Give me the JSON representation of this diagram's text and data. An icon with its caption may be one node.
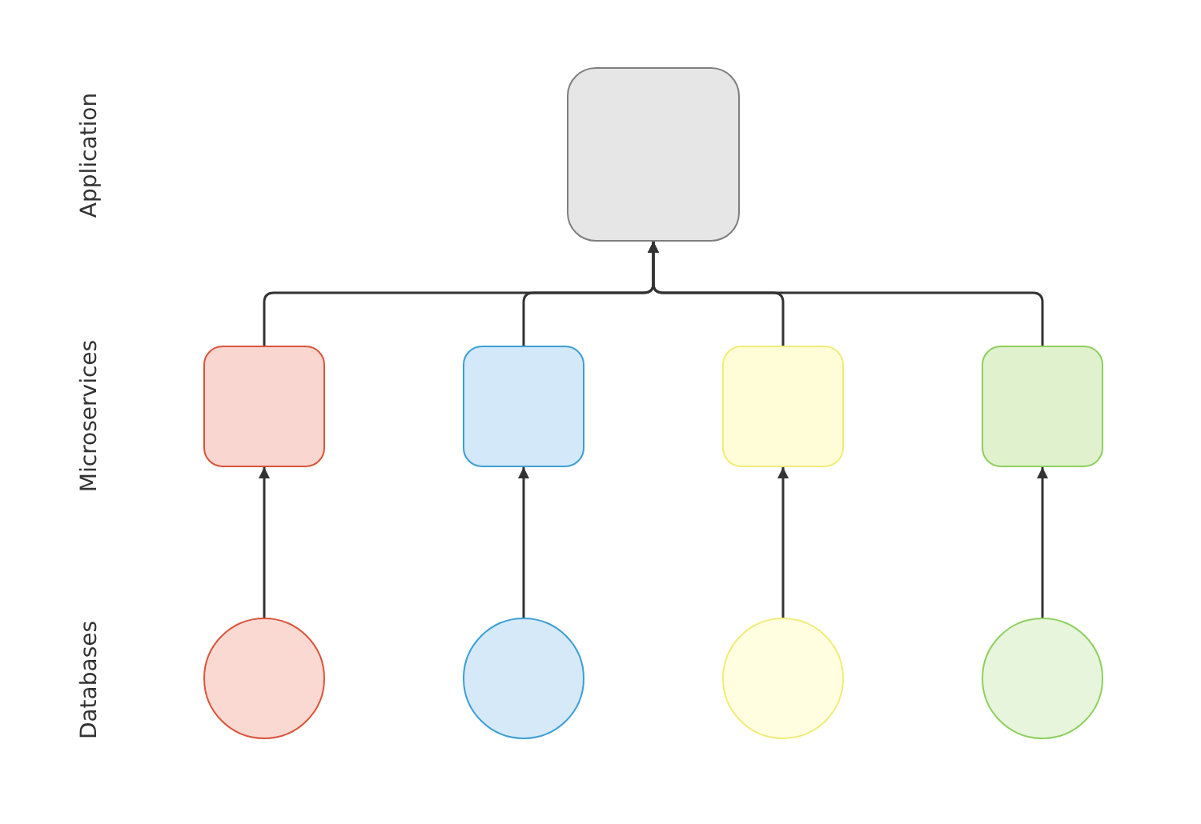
{
  "diagram": {
    "nodes": [
      {
        "text": [],
        "shape": "box"
      },
      {
        "text": [],
        "shape": "box"
      },
      {
        "text": [],
        "shape": "box"
      },
      {
        "text": [],
        "shape": "box"
      },
      {
        "text": [],
        "shape": "box"
      },
      {
        "text": [],
        "shape": "circle"
      },
      {
        "text": [],
        "shape": "circle"
      },
      {
        "text": [],
        "shape": "circle"
      },
      {
        "text": [],
        "shape": "circle"
      }
    ],
    "edges": [
      {
        "from": 1,
        "to": 0,
        "arrow": "to"
      },
      {
        "from": 2,
        "to": 0,
        "arrow": "to"
      },
      {
        "from": 3,
        "to": 0,
        "arrow": "to"
      },
      {
        "from": 4,
        "to": 0,
        "arrow": "to"
      },
      {
        "from": 5,
        "to": 1,
        "arrow": "to"
      },
      {
        "from": 6,
        "to": 2,
        "arrow": "to"
      },
      {
        "from": 7,
        "to": 3,
        "arrow": "to"
      },
      {
        "from": 8,
        "to": 4,
        "arrow": "to"
      }
    ],
    "labels": [
      "Application",
      "Microservices",
      "Databases"
    ]
  }
}
